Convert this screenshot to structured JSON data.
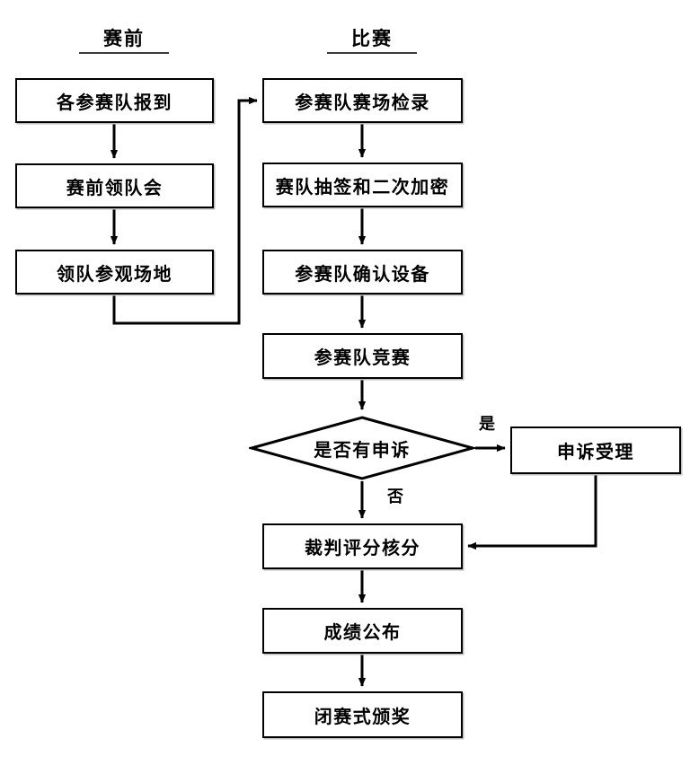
{
  "diagram": {
    "title_columns": [
      {
        "id": "pre-match",
        "label": "赛前"
      },
      {
        "id": "match",
        "label": "比赛"
      }
    ],
    "nodes": {
      "checkin": {
        "label": "各参赛队报到",
        "shape": "process"
      },
      "leader_meeting": {
        "label": "赛前领队会",
        "shape": "process"
      },
      "venue_tour": {
        "label": "领队参观场地",
        "shape": "process"
      },
      "roll_call": {
        "label": "参赛队赛场检录",
        "shape": "process"
      },
      "draw_encrypt": {
        "label": "赛队抽签和二次加密",
        "shape": "process"
      },
      "confirm_equip": {
        "label": "参赛队确认设备",
        "shape": "process"
      },
      "competition": {
        "label": "参赛队竞赛",
        "shape": "process"
      },
      "has_appeal": {
        "label": "是否有申诉",
        "shape": "decision"
      },
      "appeal_accept": {
        "label": "申诉受理",
        "shape": "process"
      },
      "scoring": {
        "label": "裁判评分核分",
        "shape": "process"
      },
      "publish": {
        "label": "成绩公布",
        "shape": "process"
      },
      "closing": {
        "label": "闭赛式颁奖",
        "shape": "process"
      }
    },
    "edge_labels": {
      "yes": "是",
      "no": "否"
    },
    "colors": {
      "stroke": "#000000",
      "fill": "#ffffff",
      "header_rule": "#3a3a3a",
      "shadow": "#bdbdbd"
    }
  }
}
